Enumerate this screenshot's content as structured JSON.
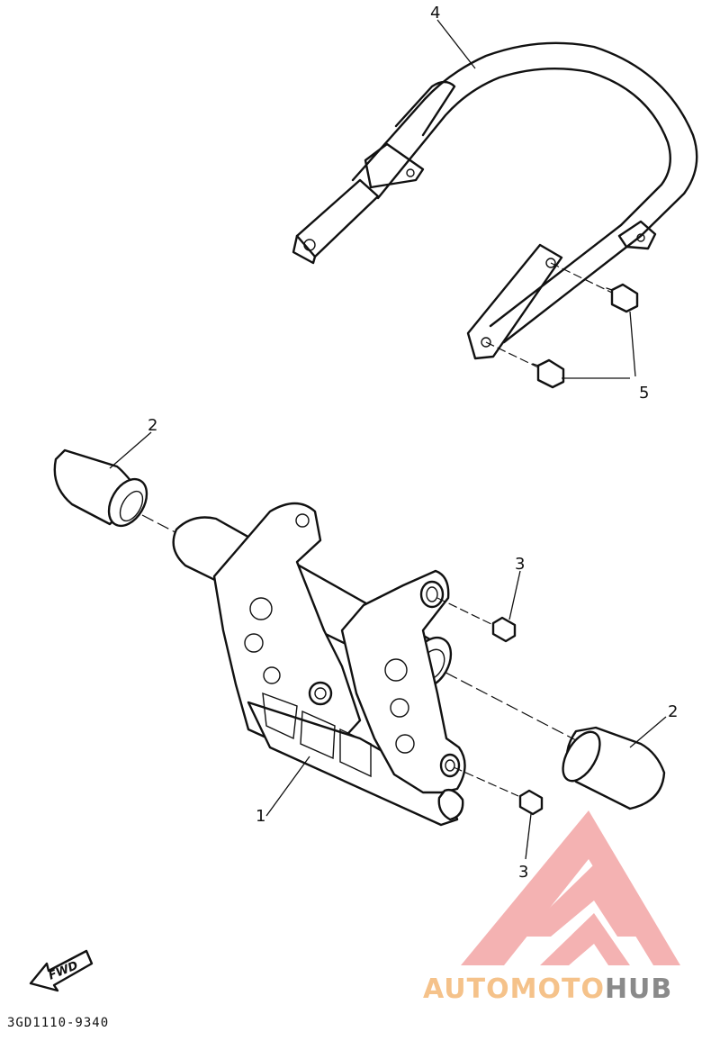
{
  "diagram": {
    "drawing_code": "3GD1110-9340",
    "direction_marker": "FWD",
    "callouts": [
      "1",
      "2",
      "2",
      "3",
      "3",
      "4",
      "5"
    ],
    "watermark": {
      "text_part1": "AUTOMOTO",
      "text_part2": "HUB",
      "color_part1": "#f5c28a",
      "color_part2": "#8a8a8a",
      "logo_color": "#f2a0a0"
    }
  }
}
